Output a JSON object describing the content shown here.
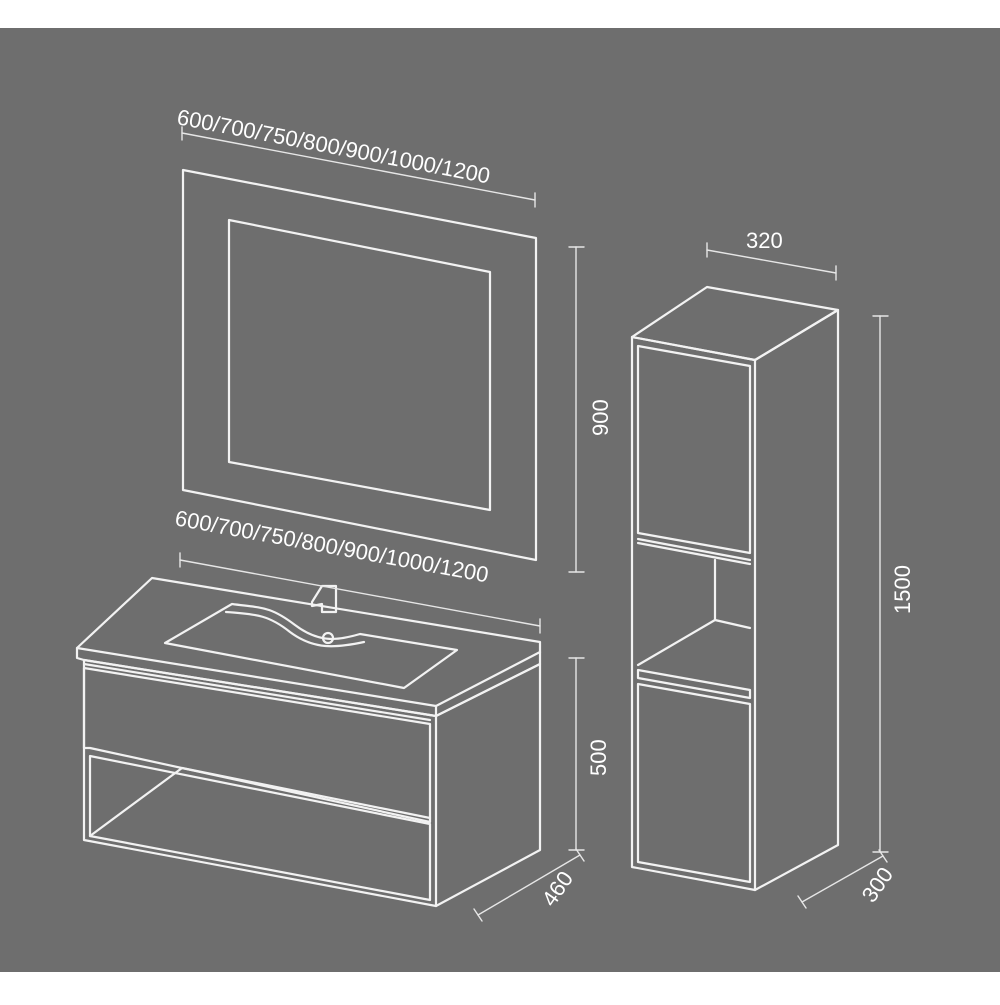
{
  "colors": {
    "background": "#6e6e6e",
    "line": "#f2f2f2",
    "page_margin": "#ffffff"
  },
  "dimensions": {
    "mirror_width": "600/700/750/800/900/1000/1200",
    "mirror_height": "900",
    "vanity_width": "600/700/750/800/900/1000/1200",
    "vanity_height": "500",
    "vanity_depth": "460",
    "tall_cabinet_width": "320",
    "tall_cabinet_height": "1500",
    "tall_cabinet_depth": "300"
  }
}
